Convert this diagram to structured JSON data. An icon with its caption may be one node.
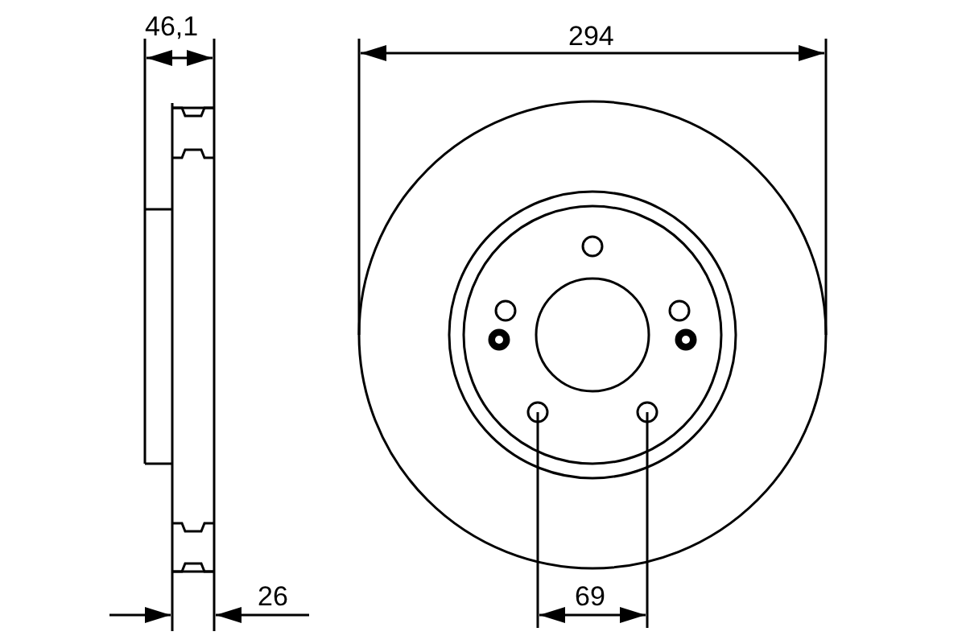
{
  "diagram": {
    "labels": [
      "46,1",
      "294",
      "26",
      "69"
    ]
  }
}
